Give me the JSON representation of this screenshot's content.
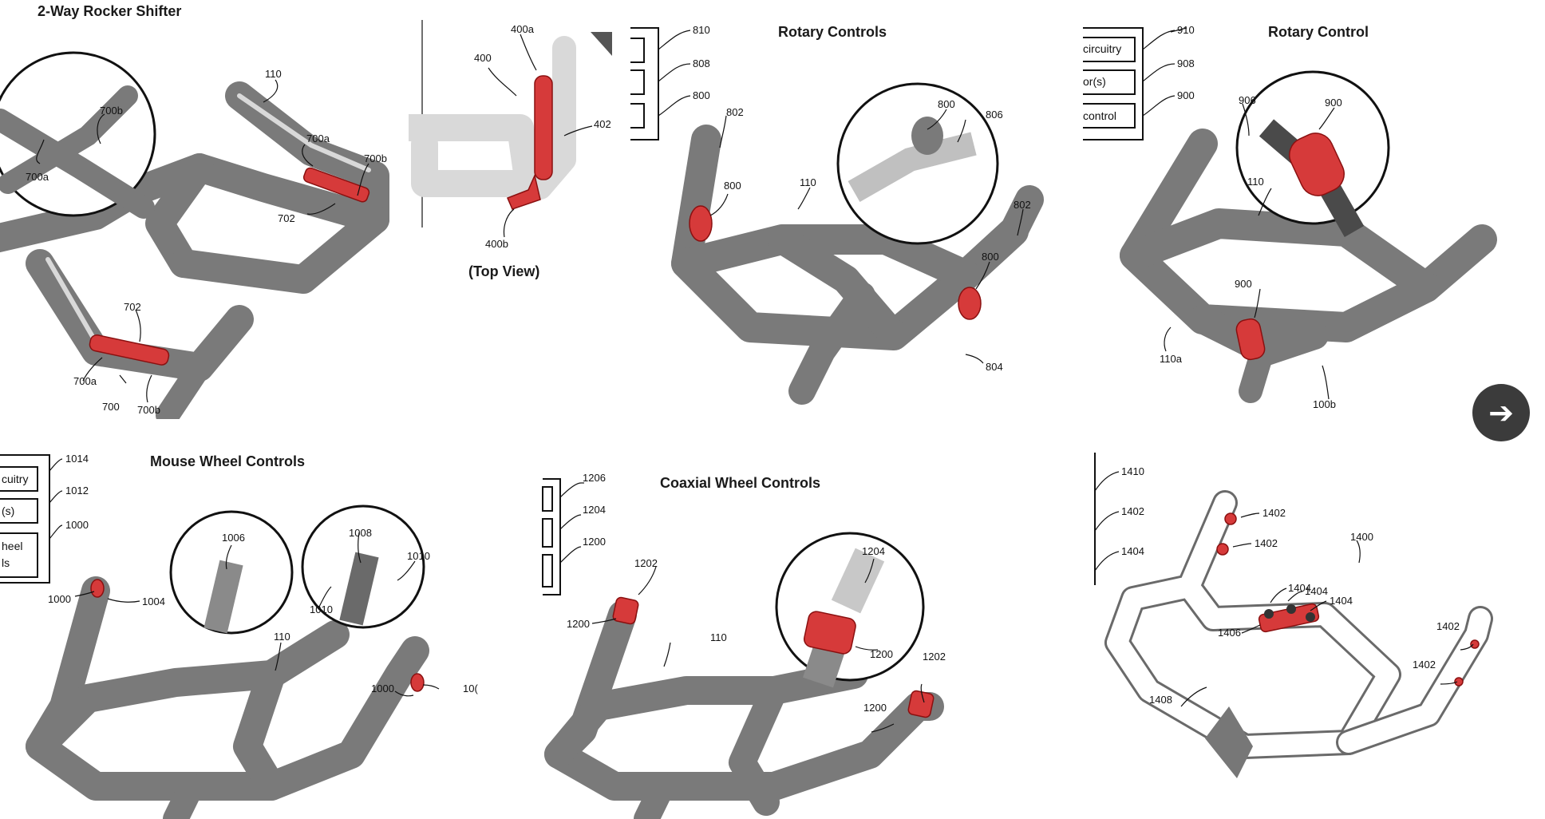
{
  "panels": {
    "rocker": {
      "title": "2-Way Rocker Shifter",
      "labels": [
        "110",
        "700b",
        "700a",
        "700a",
        "700b",
        "702",
        "702",
        "700a",
        "700",
        "700b"
      ]
    },
    "topview": {
      "caption": "(Top View)",
      "labels": [
        "400a",
        "400",
        "402",
        "400b"
      ]
    },
    "rotary_controls": {
      "title": "Rotary Controls",
      "labels": [
        "810",
        "808",
        "800",
        "802",
        "800",
        "110",
        "800",
        "806",
        "802",
        "800",
        "804"
      ],
      "box_text": [
        "",
        "",
        ""
      ]
    },
    "rotary_control": {
      "title": "Rotary Control",
      "labels": [
        "910",
        "908",
        "900",
        "906",
        "900",
        "110",
        "900",
        "110a",
        "100b"
      ],
      "box_text": [
        "circuitry",
        "or(s)",
        "control"
      ]
    },
    "mouse_wheel": {
      "title": "Mouse Wheel Controls",
      "labels": [
        "1014",
        "1012",
        "1000",
        "1000",
        "1004",
        "1006",
        "1008",
        "1010",
        "1010",
        "110",
        "1000",
        "10("
      ],
      "box_text": [
        "cuitry",
        "(s)",
        "heel",
        "ls"
      ]
    },
    "coaxial": {
      "title": "Coaxial Wheel Controls",
      "labels": [
        "1206",
        "1204",
        "1200",
        "1202",
        "1200",
        "1204",
        "110",
        "1200",
        "1202",
        "1200"
      ]
    },
    "panel_1400": {
      "labels": [
        "1410",
        "1402",
        "1404",
        "1400",
        "1402",
        "1402",
        "1404",
        "1404",
        "1404",
        "1406",
        "1402",
        "1402",
        "1408"
      ]
    }
  },
  "nav": {
    "next_icon": "arrow-right-icon",
    "next_glyph": "➔"
  },
  "colors": {
    "control_red": "#d63a3a",
    "tube_gray": "#7a7a7a",
    "nav_bg": "#3b3b3b"
  }
}
